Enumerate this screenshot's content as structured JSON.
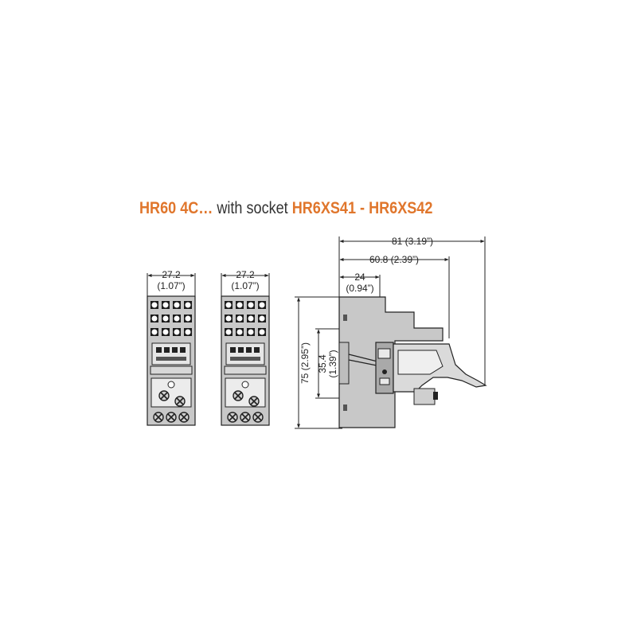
{
  "title": {
    "model": "HR60 4C…",
    "connector": " with socket ",
    "sockets": "HR6XS41 - HR6XS42"
  },
  "colors": {
    "accent": "#e0762c",
    "text": "#333333",
    "body_fill": "#c8c8c8",
    "line": "#222222"
  },
  "dimensions": {
    "width_mm": "27.2",
    "width_in": "(1.07”)",
    "width2_mm": "27.2",
    "width2_in": "(1.07”)",
    "depth_total": "81 (3.19”)",
    "depth_mid": "60.8 (2.39”)",
    "depth_short_mm": "24",
    "depth_short_in": "(0.94”)",
    "height_total": "75 (2.95”)",
    "height_inner_mm": "35.4",
    "height_inner_in": "(1.39”)"
  }
}
